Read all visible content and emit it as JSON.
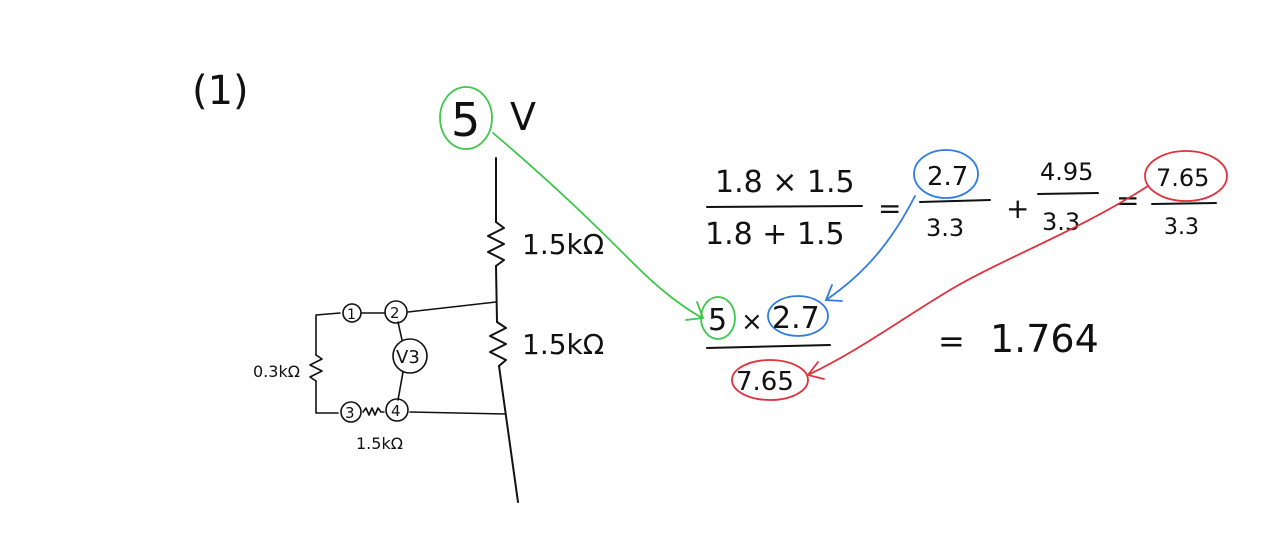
{
  "problem_number": "(1)",
  "source_voltage": {
    "value": "5",
    "unit": "V"
  },
  "circuit": {
    "upper_resistor": "1.5kΩ",
    "lower_resistor": "1.5kΩ",
    "left_resistor": "0.3kΩ",
    "bottom_resistor": "1.5kΩ",
    "node_1": "1",
    "node_2": "2",
    "node_3": "3",
    "node_4": "4",
    "voltmeter": "V3"
  },
  "equation_1": {
    "numerator": "1.8 × 1.5",
    "denominator": "1.8 + 1.5",
    "eq1": "=",
    "frac_a_num": "2.7",
    "frac_a_den": "3.3",
    "plus": "+",
    "frac_b_num": "4.95",
    "frac_b_den": "3.3",
    "eq2": "=",
    "frac_c_num": "7.65",
    "frac_c_den": "3.3"
  },
  "equation_2": {
    "num_a": "5",
    "times": "×",
    "num_b": "2.7",
    "denominator": "7.65",
    "eq": "=",
    "result": "1.764"
  },
  "colors": {
    "ink": "#111111",
    "green": "#3cc84a",
    "blue": "#2f7de0",
    "red": "#e0323c"
  }
}
